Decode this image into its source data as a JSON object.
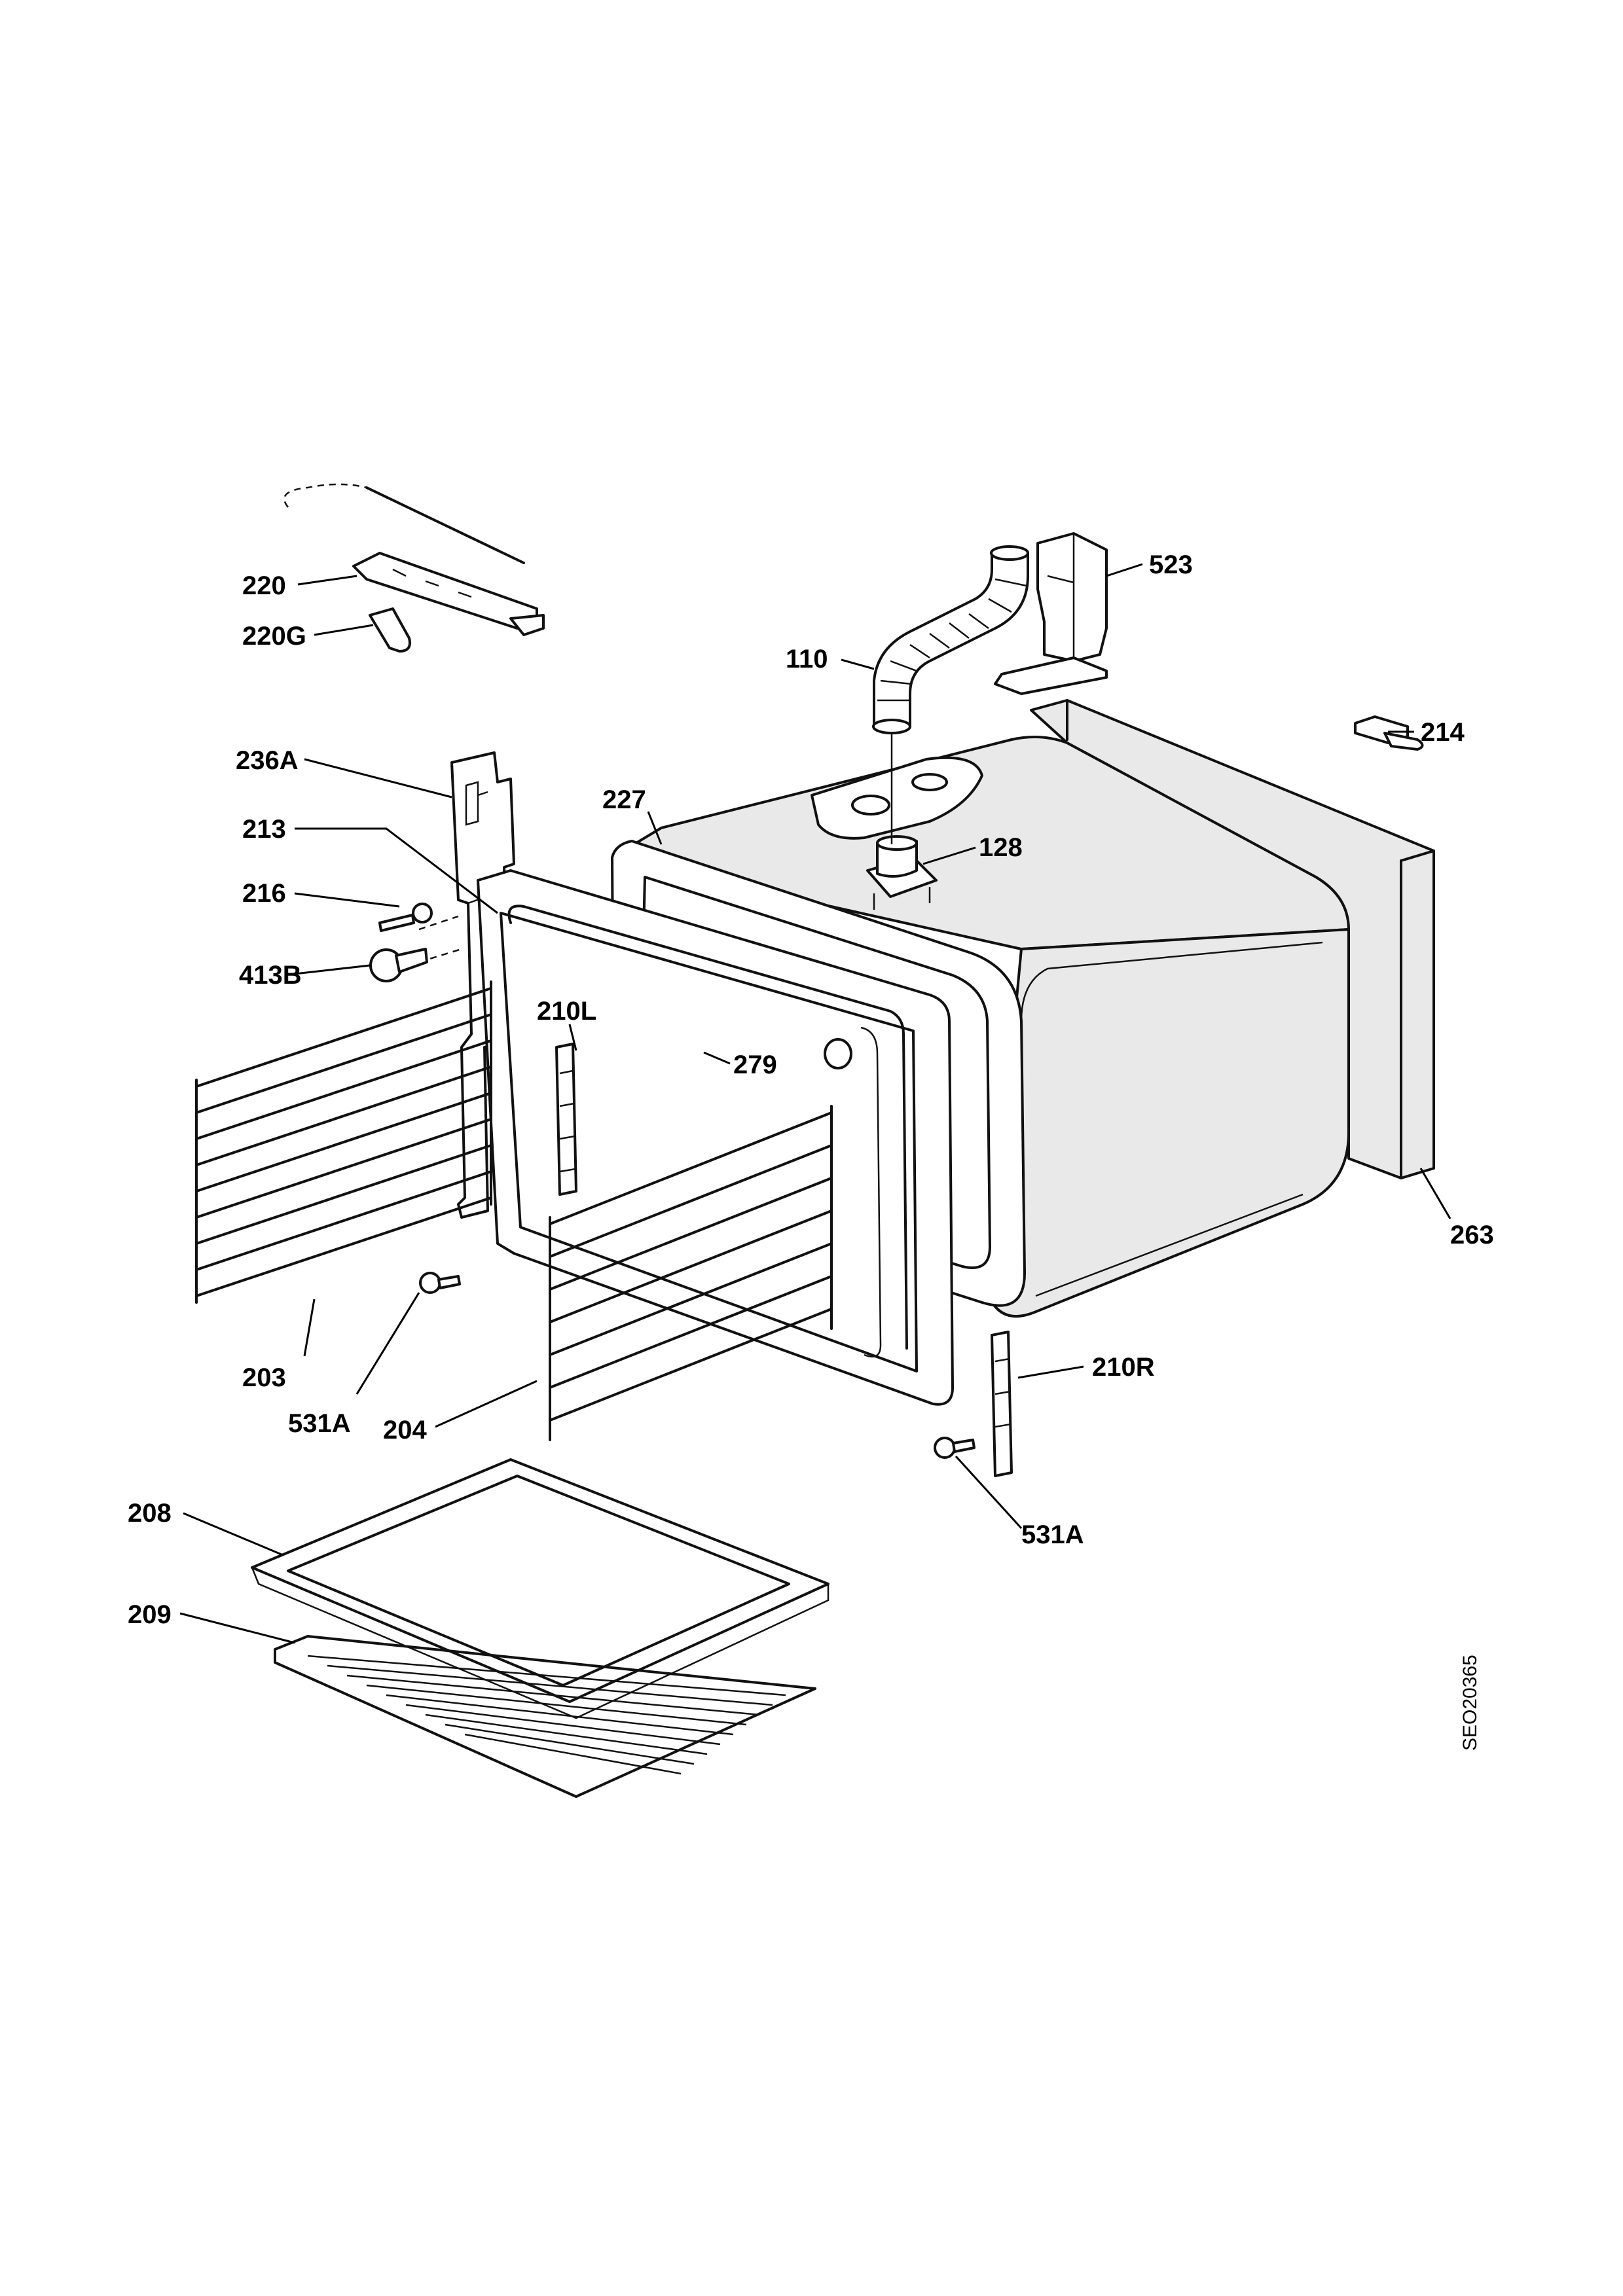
{
  "diagram": {
    "reference_code": "SEO20365",
    "callouts": {
      "c220": "220",
      "c220g": "220G",
      "c110": "110",
      "c523": "523",
      "c214": "214",
      "c236a": "236A",
      "c227": "227",
      "c128": "128",
      "c213": "213",
      "c216": "216",
      "c413b": "413B",
      "c210l": "210L",
      "c279": "279",
      "c263": "263",
      "c203": "203",
      "c531a_left": "531A",
      "c204": "204",
      "c210r": "210R",
      "c531a_right": "531A",
      "c208": "208",
      "c209": "209"
    }
  }
}
